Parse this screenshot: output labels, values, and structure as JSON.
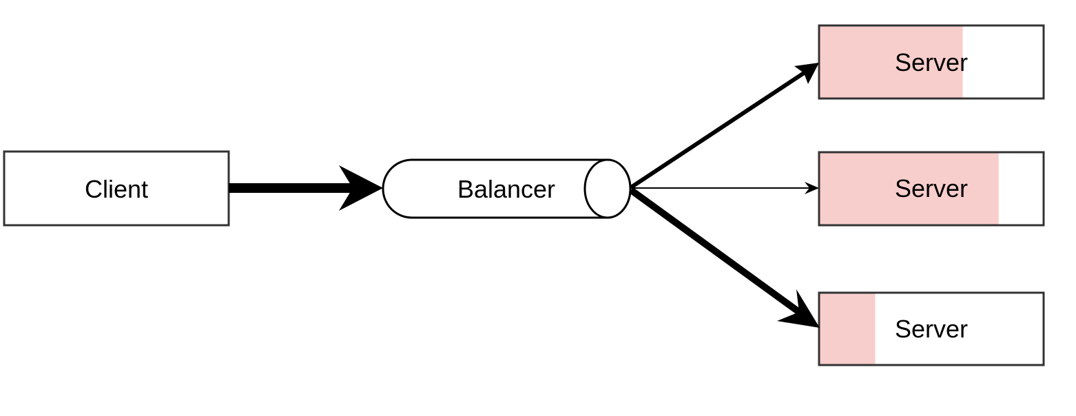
{
  "colors": {
    "stroke": "#333333",
    "arrow": "#000000",
    "load_fill": "#f8cecc",
    "box_fill": "#ffffff"
  },
  "nodes": {
    "client": {
      "label": "Client"
    },
    "balancer": {
      "label": "Balancer"
    },
    "servers": [
      {
        "label": "Server",
        "load": 0.64
      },
      {
        "label": "Server",
        "load": 0.8
      },
      {
        "label": "Server",
        "load": 0.25
      }
    ]
  }
}
